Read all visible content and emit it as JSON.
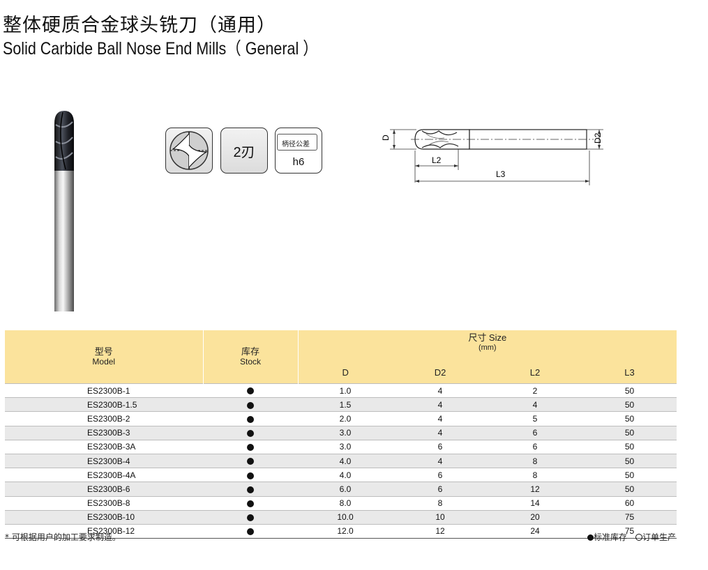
{
  "title": {
    "cn": "整体硬质合金球头铣刀（通用）",
    "en": "Solid Carbide Ball Nose End Mills（ General ）"
  },
  "icons": {
    "flutes_label": "2刃",
    "tolerance_label": "柄径公差",
    "tolerance_value": "h6"
  },
  "drawing": {
    "d_label": "D",
    "d2_label": "D2",
    "l2_label": "L2",
    "l3_label": "L3"
  },
  "table": {
    "header": {
      "model_cn": "型号",
      "model_en": "Model",
      "stock_cn": "库存",
      "stock_en": "Stock",
      "size_title": "尺寸 Size",
      "size_unit": "(mm)",
      "col_d": "D",
      "col_d2": "D2",
      "col_l2": "L2",
      "col_l3": "L3"
    },
    "rows": [
      {
        "model": "ES2300B-1",
        "stock": "standard",
        "d": "1.0",
        "d2": "4",
        "l2": "2",
        "l3": "50"
      },
      {
        "model": "ES2300B-1.5",
        "stock": "standard",
        "d": "1.5",
        "d2": "4",
        "l2": "4",
        "l3": "50"
      },
      {
        "model": "ES2300B-2",
        "stock": "standard",
        "d": "2.0",
        "d2": "4",
        "l2": "5",
        "l3": "50"
      },
      {
        "model": "ES2300B-3",
        "stock": "standard",
        "d": "3.0",
        "d2": "4",
        "l2": "6",
        "l3": "50"
      },
      {
        "model": "ES2300B-3A",
        "stock": "standard",
        "d": "3.0",
        "d2": "6",
        "l2": "6",
        "l3": "50"
      },
      {
        "model": "ES2300B-4",
        "stock": "standard",
        "d": "4.0",
        "d2": "4",
        "l2": "8",
        "l3": "50"
      },
      {
        "model": "ES2300B-4A",
        "stock": "standard",
        "d": "4.0",
        "d2": "6",
        "l2": "8",
        "l3": "50"
      },
      {
        "model": "ES2300B-6",
        "stock": "standard",
        "d": "6.0",
        "d2": "6",
        "l2": "12",
        "l3": "50"
      },
      {
        "model": "ES2300B-8",
        "stock": "standard",
        "d": "8.0",
        "d2": "8",
        "l2": "14",
        "l3": "60"
      },
      {
        "model": "ES2300B-10",
        "stock": "standard",
        "d": "10.0",
        "d2": "10",
        "l2": "20",
        "l3": "75"
      },
      {
        "model": "ES2300B-12",
        "stock": "standard",
        "d": "12.0",
        "d2": "12",
        "l2": "24",
        "l3": "75"
      }
    ]
  },
  "notes": {
    "left": "* 可根据用户的加工要求制造。",
    "legend_standard": "标准库存",
    "legend_order": "订单生产"
  },
  "colors": {
    "header_bg": "#fbe39c",
    "row_alt_bg": "#e9e9e9"
  }
}
